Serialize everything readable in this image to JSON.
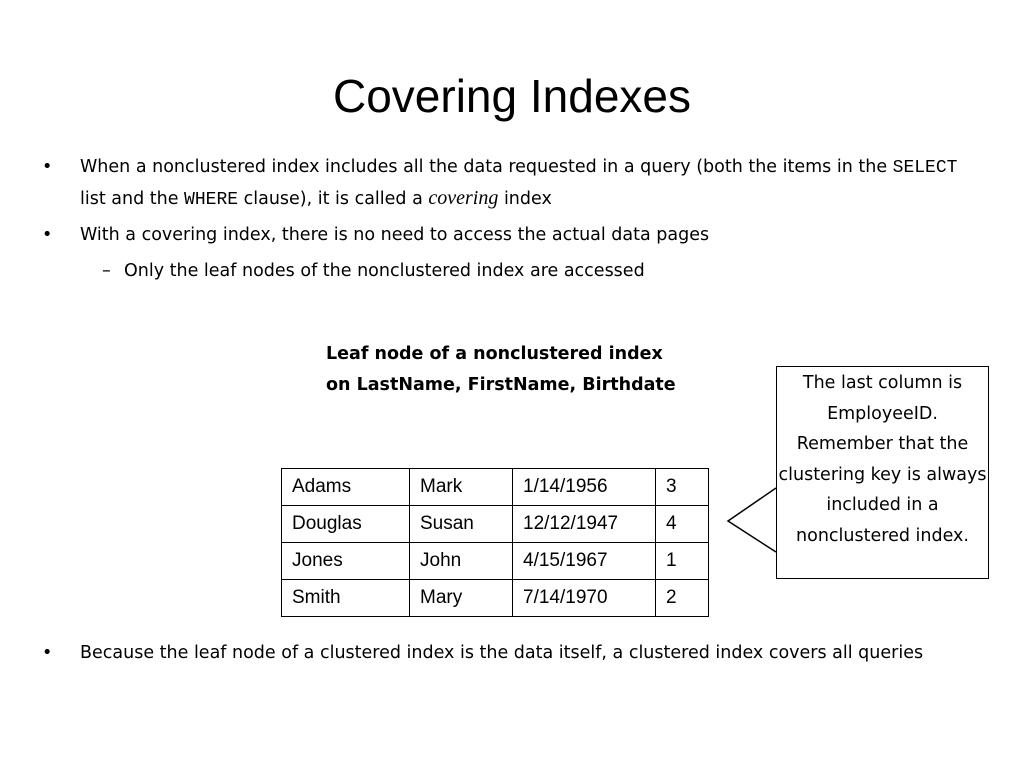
{
  "slide": {
    "title": "Covering Indexes",
    "bullets": [
      {
        "marker": "•",
        "text_a": "When a nonclustered index includes all the data requested in a query (both the items in the ",
        "code1": "SELECT",
        "text_b": " list and the ",
        "code2": "WHERE",
        "text_c": " clause), it is called a ",
        "emph": "covering",
        "text_d": " index"
      },
      {
        "marker": "•",
        "text": "With a covering index, there is no need to access the actual data pages"
      },
      {
        "marker": "–",
        "text": "Only the leaf nodes of the nonclustered index are accessed"
      },
      {
        "marker": "•",
        "text": "Because the leaf node of a clustered index is the data itself, a clustered index covers all queries"
      }
    ],
    "figure_caption": "Leaf node of a nonclustered index on LastName, FirstName, Birthdate",
    "table_rows": [
      [
        "Adams",
        "Mark",
        "1/14/1956",
        "3"
      ],
      [
        "Douglas",
        "Susan",
        "12/12/1947",
        "4"
      ],
      [
        "Jones",
        "John",
        "4/15/1967",
        "1"
      ],
      [
        "Smith",
        "Mary",
        "7/14/1970",
        "2"
      ]
    ],
    "callout_text": "The last column is EmployeeID. Remember that the clustering key is always included in a nonclustered index."
  }
}
